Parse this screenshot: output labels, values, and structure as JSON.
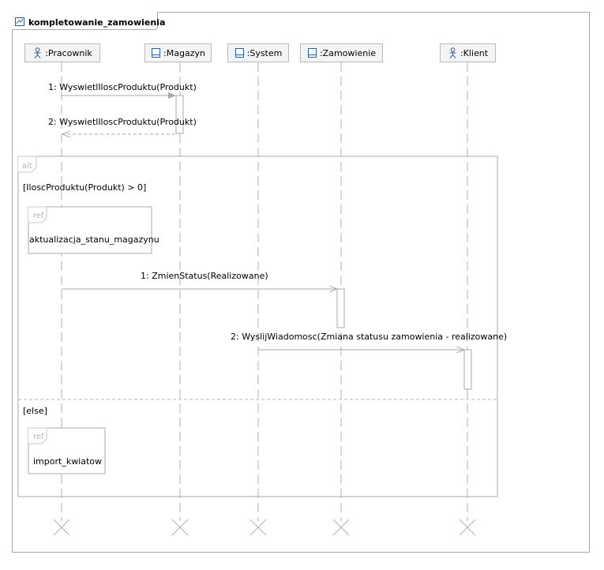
{
  "diagram": {
    "title": "kompletowanie_zamowienia",
    "lifelines": [
      {
        "key": "pracownik",
        "label": ":Pracownik",
        "icon": "actor-icon"
      },
      {
        "key": "magazyn",
        "label": ":Magazyn",
        "icon": "class-icon"
      },
      {
        "key": "system",
        "label": ":System",
        "icon": "class-icon"
      },
      {
        "key": "zamowienie",
        "label": ":Zamowienie",
        "icon": "class-icon"
      },
      {
        "key": "klient",
        "label": ":Klient",
        "icon": "actor-icon"
      }
    ],
    "messages": [
      {
        "label": "1: WyswietlIloscProduktu(Produkt)"
      },
      {
        "label": "2: WyswietlIloscProduktu(Produkt)"
      },
      {
        "label": "1: ZmienStatus(Realizowane)"
      },
      {
        "label": "2: WyslijWiadomosc(Zmiana statusu zamowienia - realizowane)"
      }
    ],
    "alt": {
      "keyword": "alt",
      "guard_1": "[IloscProduktu(Produkt) > 0]",
      "guard_2": "[else]"
    },
    "refs": [
      {
        "keyword": "ref",
        "name": "aktualizacja_stanu_magazynu"
      },
      {
        "keyword": "ref",
        "name": "import_kwiatow"
      }
    ]
  }
}
